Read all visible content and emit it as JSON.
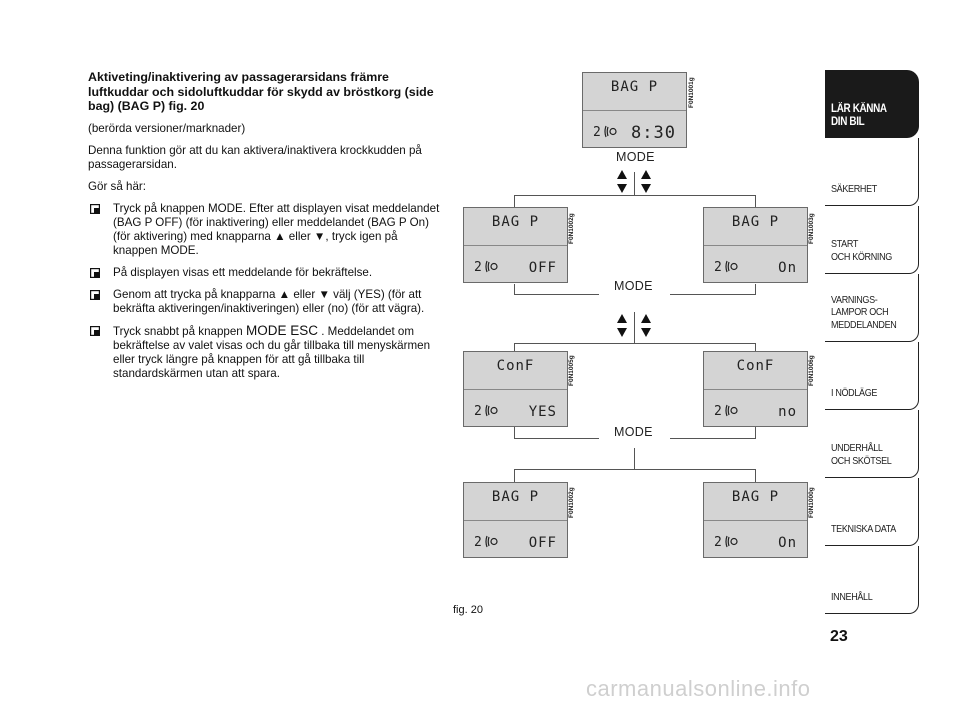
{
  "text": {
    "heading": "Aktiveting/inaktivering av passagerarsidans främre luftkuddar och sidoluftkuddar för skydd av bröstkorg (side bag) (BAG P) fig. 20",
    "subheading": "(berörda versioner/marknader)",
    "intro": "Denna funktion gör att du kan aktivera/inaktivera krockkudden på passagerarsidan.",
    "how_to": "Gör så här:",
    "bullets": {
      "b1": "Tryck på knappen MODE. Efter att displayen visat meddelandet (BAG P OFF) (för inaktivering) eller meddelandet (BAG P On) (för aktivering) med knapparna ▲ eller ▼, tryck igen på knappen MODE.",
      "b2": "På displayen visas ett meddelande för bekräftelse.",
      "b3": "Genom att trycka på knapparna ▲ eller ▼ välj (YES) (för att bekräfta aktiveringen/inaktiveringen) eller (no) (för att vägra).",
      "b4_pre": "Tryck snabbt på knappen ",
      "b4_key": "MODE ESC",
      "b4_post": " . Meddelandet om bekräftelse av valet visas och du går tillbaka till menyskärmen eller tryck längre på knappen för att gå tillbaka till standardskärmen utan att spara."
    }
  },
  "diagram": {
    "mode_label": "MODE",
    "fig_caption": "fig. 20",
    "displays": {
      "d1": {
        "top": "BAG P",
        "val": "8:30",
        "code": "F0N1001g"
      },
      "d2": {
        "top": "BAG P",
        "val": "OFF",
        "code": "F0N1002g"
      },
      "d3": {
        "top": "BAG P",
        "val": "On",
        "code": "F0N1003g"
      },
      "d4": {
        "top": "ConF",
        "val": "YES",
        "code": "F0N1005g"
      },
      "d5": {
        "top": "ConF",
        "val": "no",
        "code": "F0N1006g"
      },
      "d6": {
        "top": "BAG P",
        "val": "OFF",
        "code": "F0N1002g"
      },
      "d7": {
        "top": "BAG P",
        "val": "On",
        "code": "F0N1000g"
      }
    },
    "passenger_num": "2"
  },
  "sidebar": {
    "tabs": [
      "LÄR KÄNNA\nDIN BIL",
      "SÄKERHET",
      "START\nOCH KÖRNING",
      "VARNINGS-\nLAMPOR OCH\nMEDDELANDEN",
      "I NÖDLÄGE",
      "UNDERHÅLL\nOCH SKÖTSEL",
      "TEKNISKA DATA",
      "INNEHÅLL"
    ]
  },
  "page_number": "23",
  "watermark": "carmanualsonline.info"
}
